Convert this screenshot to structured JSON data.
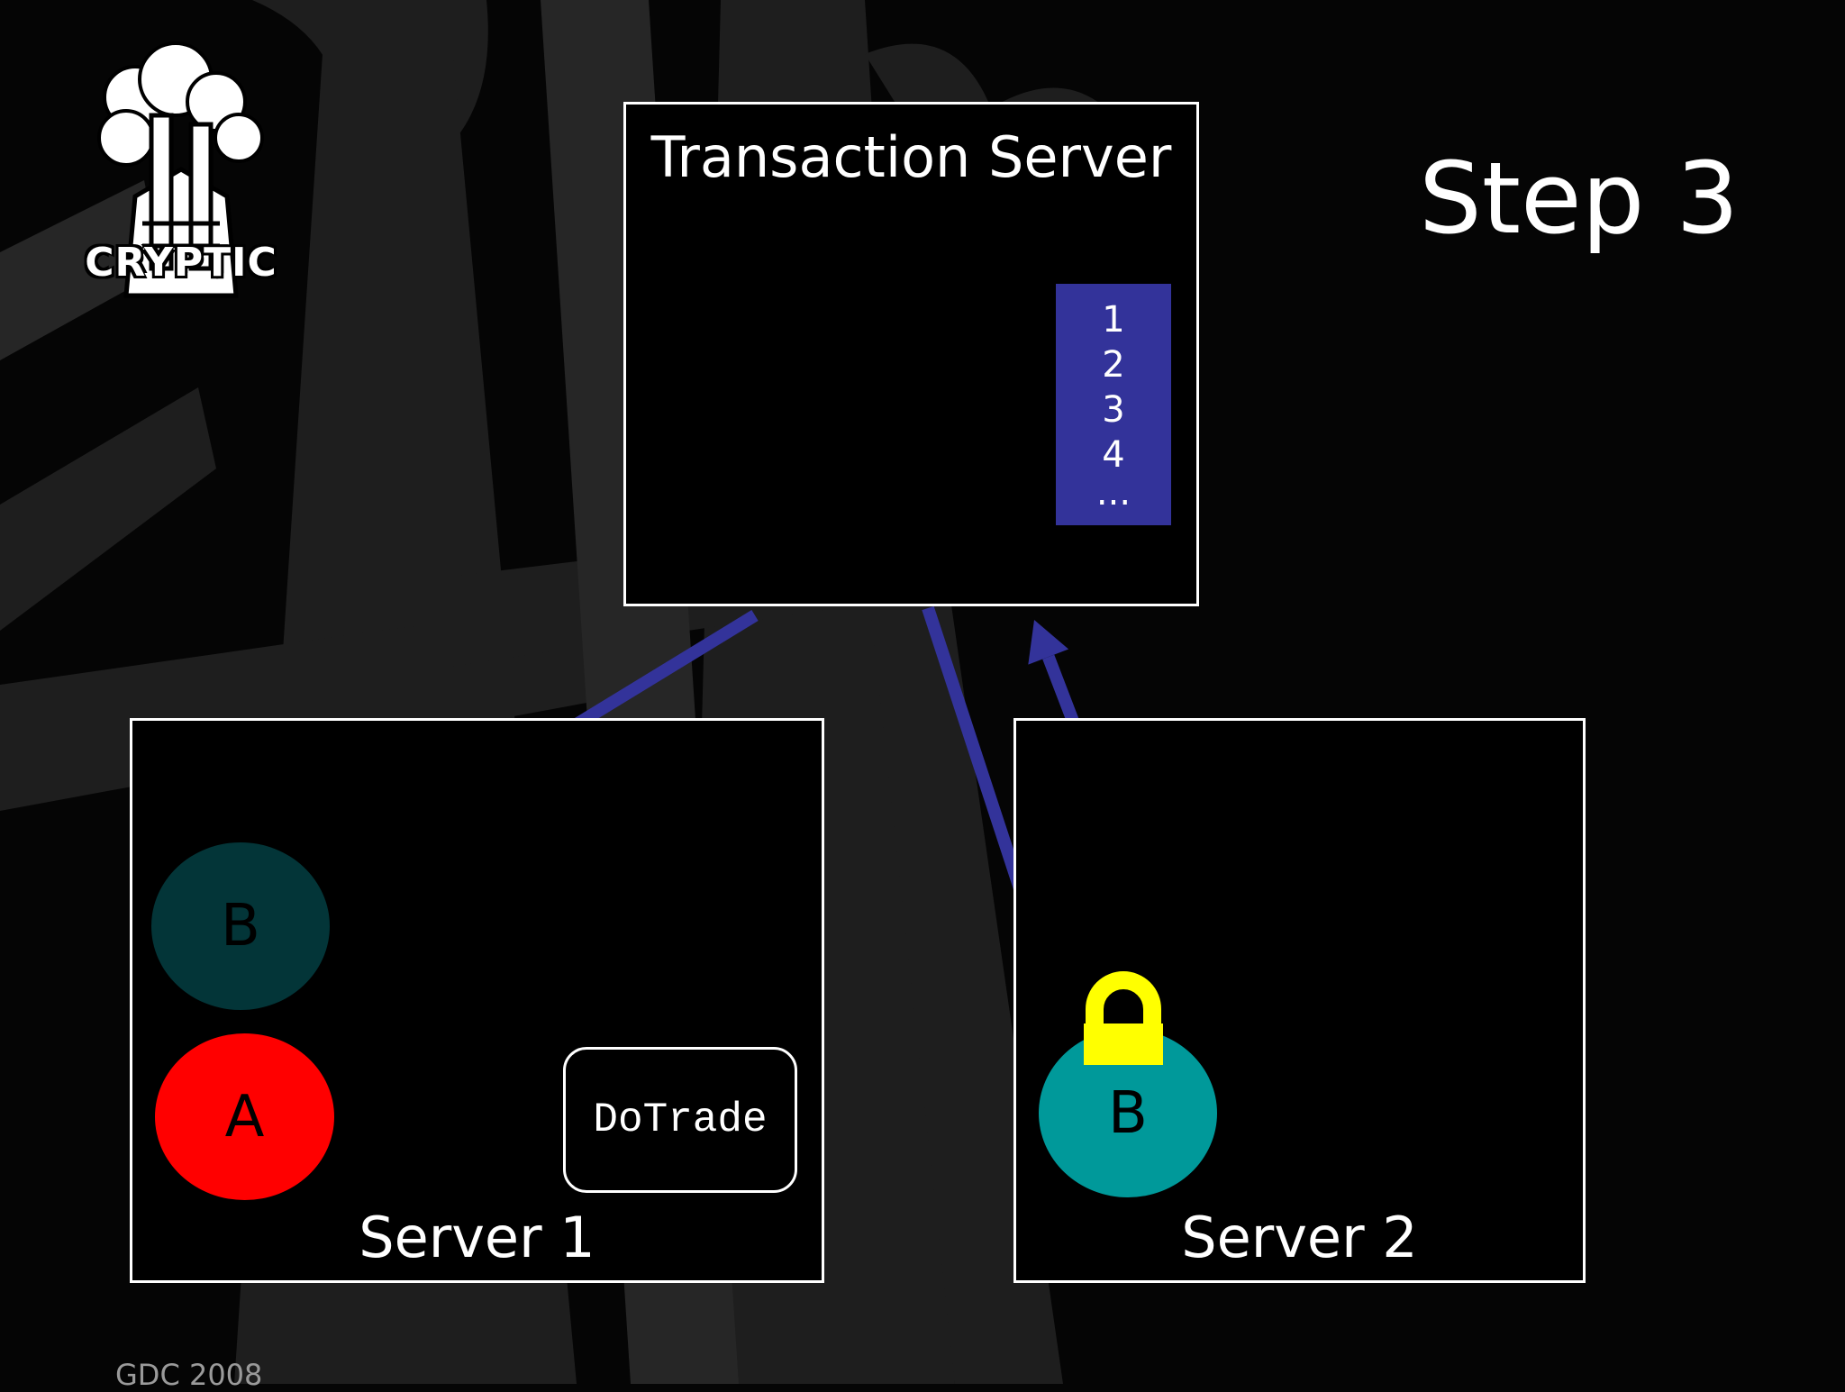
{
  "title": "Step 3",
  "logo_text": "CRYPTIC",
  "footer": "GDC 2008",
  "transaction_server": {
    "label": "Transaction Server",
    "queue": [
      "1",
      "2",
      "3",
      "4",
      "..."
    ]
  },
  "server1": {
    "label": "Server 1",
    "entity_b": "B",
    "entity_a": "A",
    "command": "DoTrade"
  },
  "server2": {
    "label": "Server 2",
    "entity_b": "B"
  },
  "colors": {
    "arrow": "#33339a",
    "queue": "#33339a",
    "entity_a": "#ff0000",
    "entity_b": "#00999a",
    "entity_b_ghost": "#033538",
    "lock": "#ffff00"
  },
  "icons": [
    "lock-icon",
    "factory-logo-icon"
  ]
}
